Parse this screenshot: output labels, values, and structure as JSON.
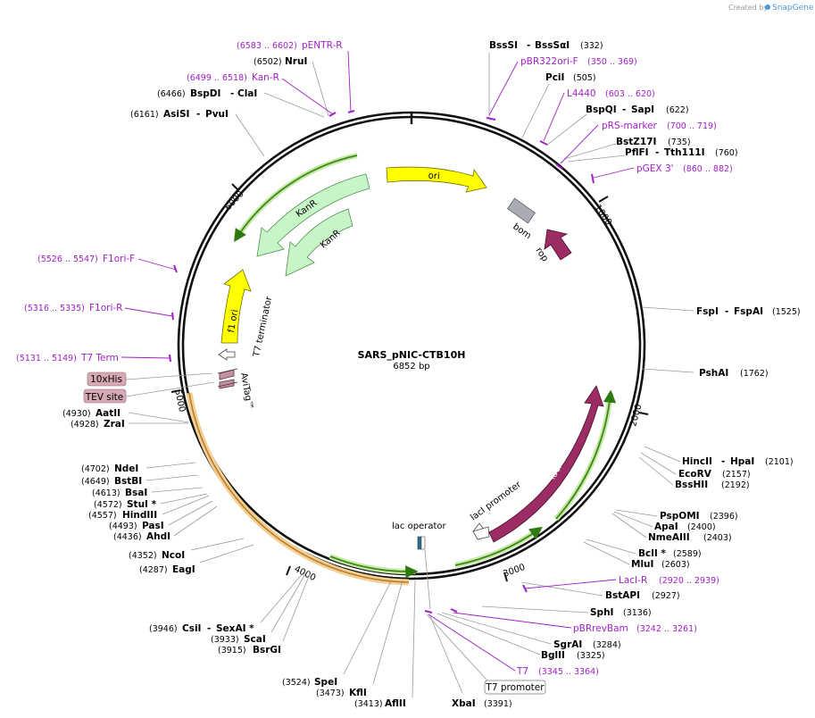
{
  "credit": {
    "prefix": "Created by",
    "brand": "SnapGene"
  },
  "plasmid": {
    "name": "SARS_pNIC-CTB10H",
    "size_label": "6852 bp",
    "length": 6852
  },
  "ticks": [
    "1000",
    "2000",
    "3000",
    "4000",
    "5000",
    "6000"
  ],
  "enzymes": [
    {
      "name": "BssSI",
      "extra": "BssSαI",
      "pos": "(332)"
    },
    {
      "name": "PciI",
      "extra": "",
      "pos": "(505)"
    },
    {
      "name": "BspQI",
      "extra": "SapI",
      "pos": "(622)"
    },
    {
      "name": "BstZ17I",
      "extra": "",
      "pos": "(735)"
    },
    {
      "name": "PflFI",
      "extra": "Tth111I",
      "pos": "(760)"
    },
    {
      "name": "FspI",
      "extra": "FspAI",
      "pos": "(1525)"
    },
    {
      "name": "PshAI",
      "extra": "",
      "pos": "(1762)"
    },
    {
      "name": "HincII",
      "extra": "HpaI",
      "pos": "(2101)"
    },
    {
      "name": "EcoRV",
      "extra": "",
      "pos": "(2157)"
    },
    {
      "name": "BssHII",
      "extra": "",
      "pos": "(2192)"
    },
    {
      "name": "PspOMI",
      "extra": "",
      "pos": "(2396)"
    },
    {
      "name": "ApaI",
      "extra": "",
      "pos": "(2400)"
    },
    {
      "name": "NmeAIII",
      "extra": "",
      "pos": "(2403)"
    },
    {
      "name": "BclI *",
      "extra": "",
      "pos": "(2589)"
    },
    {
      "name": "MluI",
      "extra": "",
      "pos": "(2603)"
    },
    {
      "name": "BstAPI",
      "extra": "",
      "pos": "(2927)"
    },
    {
      "name": "SphI",
      "extra": "",
      "pos": "(3136)"
    },
    {
      "name": "SgrAI",
      "extra": "",
      "pos": "(3284)"
    },
    {
      "name": "BglII",
      "extra": "",
      "pos": "(3325)"
    },
    {
      "name": "XbaI",
      "extra": "",
      "pos": "(3391)"
    },
    {
      "name": "AflII",
      "extra": "",
      "pos": "(3413)"
    },
    {
      "name": "KflI",
      "extra": "",
      "pos": "(3473)"
    },
    {
      "name": "SpeI",
      "extra": "",
      "pos": "(3524)"
    },
    {
      "name": "BsrGI",
      "extra": "",
      "pos": "(3915)"
    },
    {
      "name": "ScaI",
      "extra": "",
      "pos": "(3933)"
    },
    {
      "name": "CsiI",
      "extra": "SexAI *",
      "pos": "(3946)"
    },
    {
      "name": "EagI",
      "extra": "",
      "pos": "(4287)"
    },
    {
      "name": "NcoI",
      "extra": "",
      "pos": "(4352)"
    },
    {
      "name": "AhdI",
      "extra": "",
      "pos": "(4436)"
    },
    {
      "name": "PasI",
      "extra": "",
      "pos": "(4493)"
    },
    {
      "name": "HindIII",
      "extra": "",
      "pos": "(4557)"
    },
    {
      "name": "StuI *",
      "extra": "",
      "pos": "(4572)"
    },
    {
      "name": "BsaI",
      "extra": "",
      "pos": "(4613)"
    },
    {
      "name": "BstBI",
      "extra": "",
      "pos": "(4649)"
    },
    {
      "name": "NdeI",
      "extra": "",
      "pos": "(4702)"
    },
    {
      "name": "ZraI",
      "extra": "",
      "pos": "(4928)"
    },
    {
      "name": "AatII",
      "extra": "",
      "pos": "(4930)"
    },
    {
      "name": "AsiSI",
      "extra": "PvuI",
      "pos": "(6161)"
    },
    {
      "name": "BspDI",
      "extra": "ClaI",
      "pos": "(6466)"
    },
    {
      "name": "NruI",
      "extra": "",
      "pos": "(6502)"
    }
  ],
  "primers": [
    {
      "name": "pBR322ori-F",
      "range": "(350 .. 369)"
    },
    {
      "name": "L4440",
      "range": "(603 .. 620)"
    },
    {
      "name": "pRS-marker",
      "range": "(700 .. 719)"
    },
    {
      "name": "pGEX 3'",
      "range": "(860 .. 882)"
    },
    {
      "name": "LacI-R",
      "range": "(2920 .. 2939)"
    },
    {
      "name": "pBRrevBam",
      "range": "(3242 .. 3261)"
    },
    {
      "name": "T7",
      "range": "(3345 .. 3364)"
    },
    {
      "name": "T7 Term",
      "range": "(5131 .. 5149)"
    },
    {
      "name": "F1ori-R",
      "range": "(5316 .. 5335)"
    },
    {
      "name": "F1ori-F",
      "range": "(5526 .. 5547)"
    },
    {
      "name": "Kan-R",
      "range": "(6499 .. 6518)"
    },
    {
      "name": "pENTR-R",
      "range": "(6583 .. 6602)"
    }
  ],
  "features": {
    "ori": "ori",
    "bom": "bom",
    "rop": "rop",
    "kanr_outer": "KanR",
    "kanr_inner": "KanR",
    "f1ori": "f1 ori",
    "t7_terminator": "T7 terminator",
    "avitag": "AviTag™",
    "laci": "lacI",
    "laci_promoter": "lacI promoter",
    "lac_operator": "lac operator",
    "his_tag": "10xHis",
    "tev_site": "TEV site",
    "t7_promoter": "T7 promoter"
  },
  "colors": {
    "ori": "#ffff00",
    "kanr": "#c8f5c8",
    "rop": "#9b2c64",
    "laci": "#9b2c64",
    "f1ori": "#ffff00",
    "bom": "#a8adb3",
    "primer": "#a020c8",
    "orf_green": "#3d8a1a",
    "orf_orange": "#b8792a",
    "his_box": "#d7a9b5",
    "tev_box": "#d7a9b5"
  }
}
